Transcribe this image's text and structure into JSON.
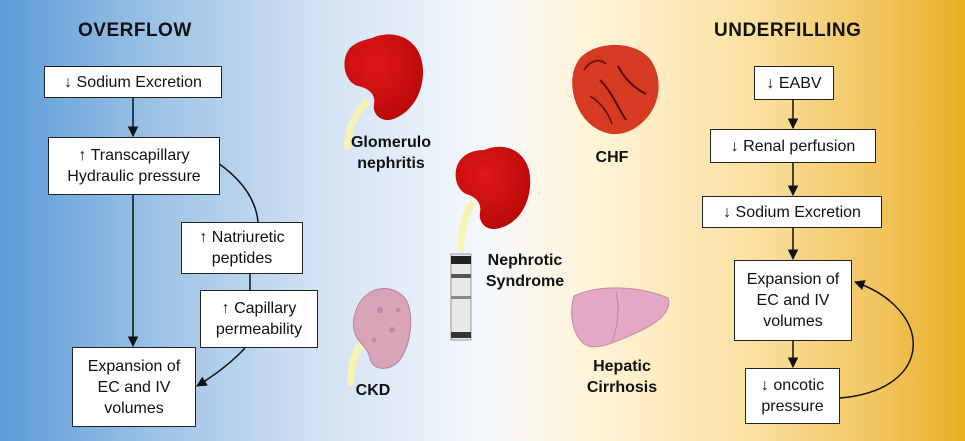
{
  "headings": {
    "left": "OVERFLOW",
    "right": "UNDERFILLING"
  },
  "overflow": {
    "sodium": "↓ Sodium Excretion",
    "transcap": "↑ Transcapillary\nHydraulic pressure",
    "natriuretic": "↑  Natriuretic\npeptides",
    "capillary": "↑  Capillary\npermeability",
    "expansion": "Expansion of\nEC and IV\nvolumes"
  },
  "underfilling": {
    "eabv": "↓ EABV",
    "renal": "↓ Renal perfusion",
    "sodium": "↓ Sodium Excretion",
    "expansion": "Expansion of\nEC and IV\nvolumes",
    "oncotic": "↓ oncotic\npressure"
  },
  "conditions": {
    "glomerulo": "Glomerulo\nnephritis",
    "nephrotic": "Nephrotic\nSyndrome",
    "chf": "CHF",
    "ckd": "CKD",
    "hepatic": "Hepatic\nCirrhosis"
  },
  "colors": {
    "kidney": "#cc0e0e",
    "heart": "#d63a22",
    "liver": "#e4a8c4",
    "ckd_kidney": "#d8a4b8",
    "ureter": "#f7f3b4"
  }
}
